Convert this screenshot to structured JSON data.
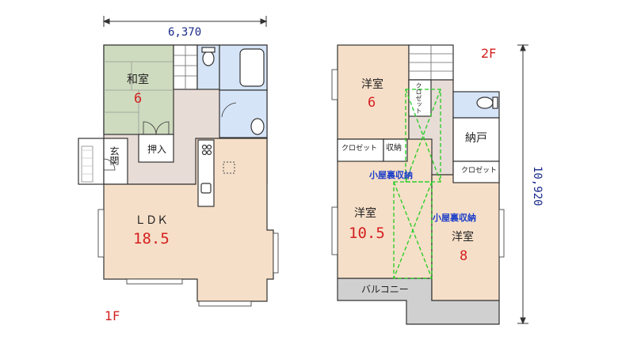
{
  "dimensions": {
    "width": "6,370",
    "depth": "10,920"
  },
  "floors": {
    "first": "1F",
    "second": "2F"
  },
  "first_floor": {
    "washitsu": {
      "name": "和室",
      "size": "6"
    },
    "oshiire": "押入",
    "genkan": "玄関",
    "ldk": {
      "name": "ＬＤＫ",
      "size": "18.5"
    }
  },
  "second_floor": {
    "youshitsu_north": {
      "name": "洋室",
      "size": "6"
    },
    "youshitsu_west": {
      "name": "洋室",
      "size": "10.5"
    },
    "youshitsu_east": {
      "name": "洋室",
      "size": "8"
    },
    "closet_a": "クロゼット",
    "closet_b": "クロゼット",
    "closet_c": "クロゼット",
    "shuuno": "収納",
    "nando": "納戸",
    "loft_storage_a": "小屋裏収納",
    "loft_storage_b": "小屋裏収納",
    "balcony": "バルコニー"
  },
  "colors": {
    "wall": "#333333",
    "tatami": "#cfdbbf",
    "ldk_floor": "#f6dfc8",
    "hall_floor": "#e8dcd6",
    "wet_area": "#d6e4f7",
    "balcony": "#d0d0d0",
    "loft_line": "#22cc22"
  }
}
